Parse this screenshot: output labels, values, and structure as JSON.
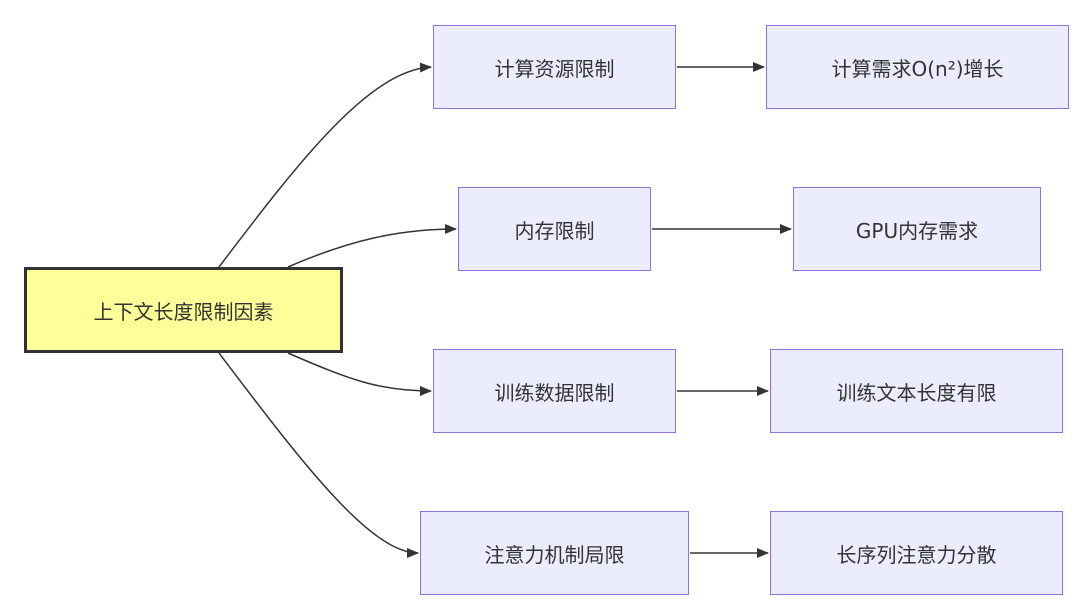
{
  "diagram": {
    "root": {
      "label": "上下文长度限制因素"
    },
    "factors": [
      {
        "label": "计算资源限制",
        "effect": "计算需求O(n²)增长"
      },
      {
        "label": "内存限制",
        "effect": "GPU内存需求"
      },
      {
        "label": "训练数据限制",
        "effect": "训练文本长度有限"
      },
      {
        "label": "注意力机制局限",
        "effect": "长序列注意力分散"
      }
    ],
    "colors": {
      "root_fill": "#FFFF99",
      "root_border": "#333333",
      "node_fill": "#ECECFF",
      "node_border": "#9370DB",
      "edge": "#333333",
      "text": "#333333"
    }
  }
}
